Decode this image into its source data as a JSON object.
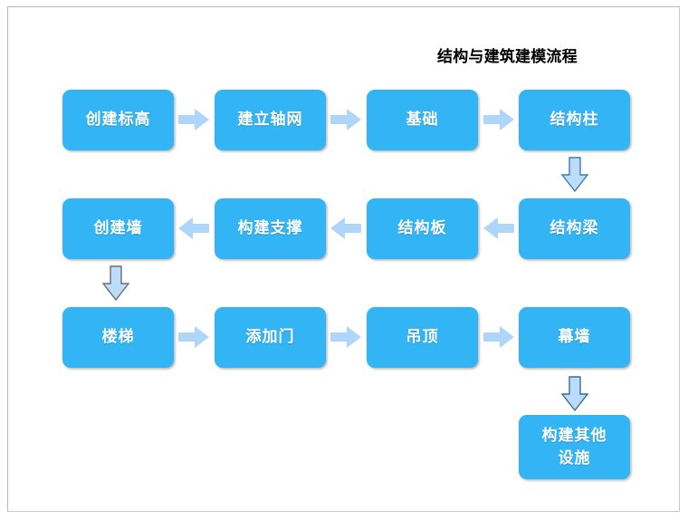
{
  "diagram": {
    "title": "结构与建筑建模流程",
    "colors": {
      "node_fill": "#33b5f5",
      "node_text": "#ffffff",
      "arrow_flat_fill": "#aed6fa",
      "arrow_outline_fill": "#bcdcfb",
      "arrow_outline_stroke_blue": "#3f7fa8",
      "arrow_outline_stroke_gray": "#5a5a5a",
      "page_border": "#b9b9b9",
      "background": "#ffffff"
    },
    "rows": [
      {
        "row_name": "row-structure-base",
        "direction": "left-to-right",
        "nodes": [
          {
            "id": "node-create-levels",
            "label": "创建标高"
          },
          {
            "id": "node-create-grid",
            "label": "建立轴网"
          },
          {
            "id": "node-foundation",
            "label": "基础"
          },
          {
            "id": "node-structural-column",
            "label": "结构柱"
          }
        ]
      },
      {
        "row_name": "row-structure-frame",
        "direction": "right-to-left",
        "nodes": [
          {
            "id": "node-create-wall",
            "label": "创建墙"
          },
          {
            "id": "node-build-brace",
            "label": "构建支撑"
          },
          {
            "id": "node-structural-slab",
            "label": "结构板"
          },
          {
            "id": "node-structural-beam",
            "label": "结构梁"
          }
        ]
      },
      {
        "row_name": "row-architecture",
        "direction": "left-to-right",
        "nodes": [
          {
            "id": "node-stairs",
            "label": "楼梯"
          },
          {
            "id": "node-add-door",
            "label": "添加门"
          },
          {
            "id": "node-ceiling",
            "label": "吊顶"
          },
          {
            "id": "node-curtain-wall",
            "label": "幕墙"
          }
        ]
      },
      {
        "row_name": "row-other",
        "direction": "terminal",
        "nodes": [
          {
            "id": "node-build-other-facilities",
            "label": "构建其他\n设施"
          }
        ]
      }
    ],
    "connectors": {
      "horizontal_right": "arrow-right-icon",
      "horizontal_left": "arrow-left-icon",
      "vertical_down": "arrow-down-icon"
    }
  }
}
